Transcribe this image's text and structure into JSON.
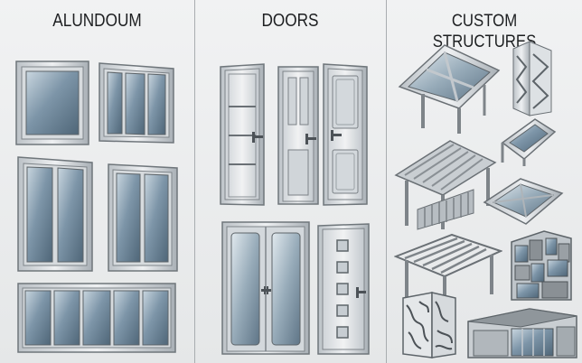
{
  "sections": [
    {
      "heading": "ALUNDOUM"
    },
    {
      "heading": "DOORS"
    },
    {
      "heading": "CUSTOM STRUCTURES"
    }
  ],
  "colors": {
    "frame": "#c9ced2",
    "frame_dark": "#8a9095",
    "glass": "#8da1b1",
    "text": "#1d1f21"
  },
  "icons": [
    "window-icon",
    "door-icon",
    "door-handle-icon",
    "pergola-icon",
    "canopy-icon",
    "building-icon",
    "decorative-panel-icon"
  ]
}
